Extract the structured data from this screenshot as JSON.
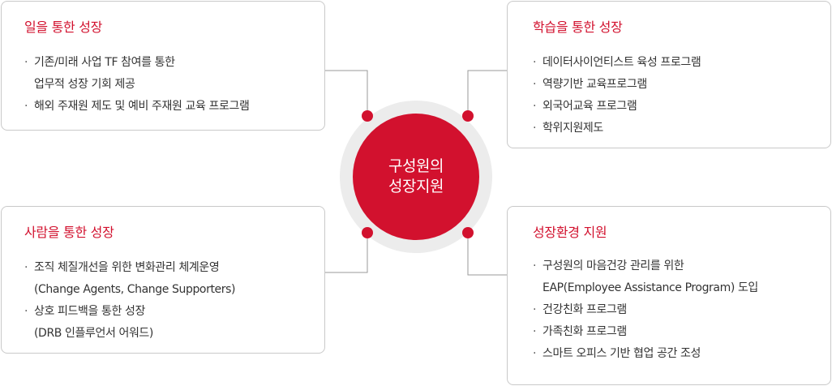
{
  "center": {
    "line1": "구성원의",
    "line2": "성장지원"
  },
  "cards": {
    "top_left": {
      "title": "일을 통한 성장",
      "items": [
        [
          "기존/미래 사업 TF 참여를 통한",
          "업무적 성장 기회 제공"
        ],
        [
          "해외 주재원 제도 및 예비 주재원 교육 프로그램"
        ]
      ]
    },
    "top_right": {
      "title": "학습을 통한 성장",
      "items": [
        [
          "데이터사이언티스트 육성 프로그램"
        ],
        [
          "역량기반 교육프로그램"
        ],
        [
          "외국어교육 프로그램"
        ],
        [
          "학위지원제도"
        ]
      ]
    },
    "bottom_left": {
      "title": "사람을 통한 성장",
      "items": [
        [
          "조직 체질개선을 위한 변화관리 체계운영",
          "(Change Agents, Change Supporters)"
        ],
        [
          "상호 피드백을 통한 성장",
          "(DRB 인플루언서 어워드)"
        ]
      ]
    },
    "bottom_right": {
      "title": "성장환경 지원",
      "items": [
        [
          "구성원의 마음건강 관리를 위한",
          "EAP(Employee Assistance Program) 도입"
        ],
        [
          "건강친화 프로그램"
        ],
        [
          "가족친화 프로그램"
        ],
        [
          "스마트 오피스 기반 협업 공간 조성"
        ]
      ]
    }
  },
  "bullet": "·",
  "colors": {
    "accent": "#d2112e",
    "halo": "#ececec",
    "border": "#c9c9c9"
  }
}
